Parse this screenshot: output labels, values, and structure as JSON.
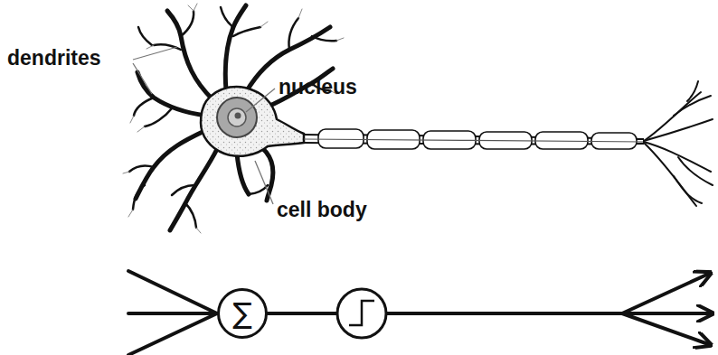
{
  "diagram": {
    "nodes": [
      {
        "text": [
          "∑"
        ]
      }
    ],
    "labels": [
      "dendrites",
      "nucleus",
      "cell body"
    ]
  }
}
